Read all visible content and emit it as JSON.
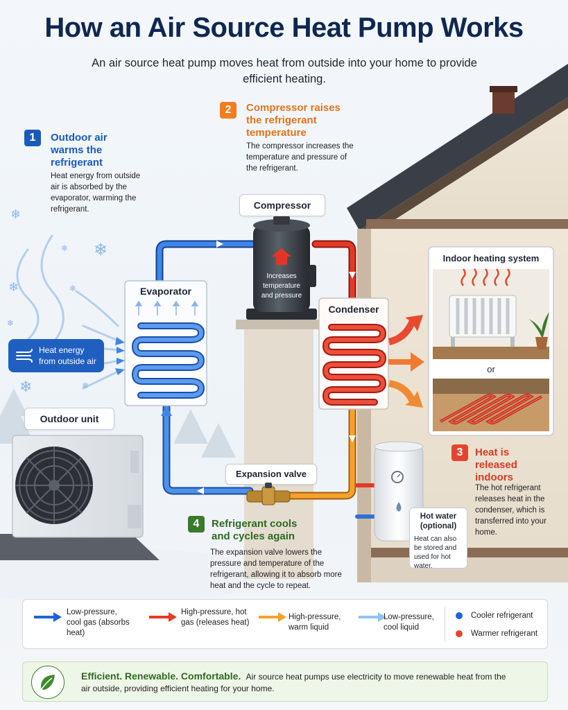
{
  "header": {
    "title": "How an Air Source Heat Pump Works",
    "subtitle": "An air source heat pump moves heat from outside into your home to provide efficient heating."
  },
  "steps": [
    {
      "number": "1",
      "title": "Outdoor air warms the refrigerant",
      "body": "Heat energy from outside air is absorbed by the evaporator, warming the refrigerant.",
      "color": "#1b5bb8"
    },
    {
      "number": "2",
      "title": "Compressor raises the refrigerant temperature",
      "body": "The compressor increases the temperature and pressure of the refrigerant.",
      "color": "#f07d1f"
    },
    {
      "number": "3",
      "title": "Heat is released indoors",
      "body": "The hot refrigerant releases heat in the condenser, which is transferred into your home.",
      "color": "#e2452f"
    },
    {
      "number": "4",
      "title": "Refrigerant cools and cycles again",
      "body": "The expansion valve lowers the pressure and temperature of the refrigerant, allowing it to absorb more heat and the cycle to repeat.",
      "color": "#3a7a2a"
    }
  ],
  "components": {
    "compressor_label": "Compressor",
    "compressor_inner": "Increases temperature and pressure",
    "evaporator_label": "Evaporator",
    "condenser_label": "Condenser",
    "expansion_valve_label": "Expansion valve",
    "outdoor_unit_label": "Outdoor unit",
    "heat_energy_label": "Heat energy from outside air",
    "indoor_heating_label": "Indoor heating system",
    "or_label": "or",
    "hot_water_title": "Hot water (optional)",
    "hot_water_body": "Heat can also be stored and used for hot water."
  },
  "legend": [
    {
      "text": "Low-pressure, cool gas (absorbs heat)",
      "color": "#1e63d6",
      "kind": "arrow"
    },
    {
      "text": "High-pressure, hot gas (releases heat)",
      "color": "#e23a26",
      "kind": "arrow"
    },
    {
      "text": "High-pressure, warm liquid",
      "color": "#f5a12b",
      "kind": "arrow"
    },
    {
      "text": "Low-pressure, cool liquid",
      "color": "#8ec3f2",
      "kind": "arrow"
    },
    {
      "text": "Cooler refrigerant",
      "color": "#1e63d6",
      "kind": "dot"
    },
    {
      "text": "Warmer refrigerant",
      "color": "#e2452f",
      "kind": "dot"
    }
  ],
  "footer": {
    "headline": "Efficient. Renewable. Comfortable.",
    "body": "Air source heat pumps use electricity to move renewable heat from the air outside, providing efficient heating for your home.",
    "icon": "leaf-icon"
  }
}
